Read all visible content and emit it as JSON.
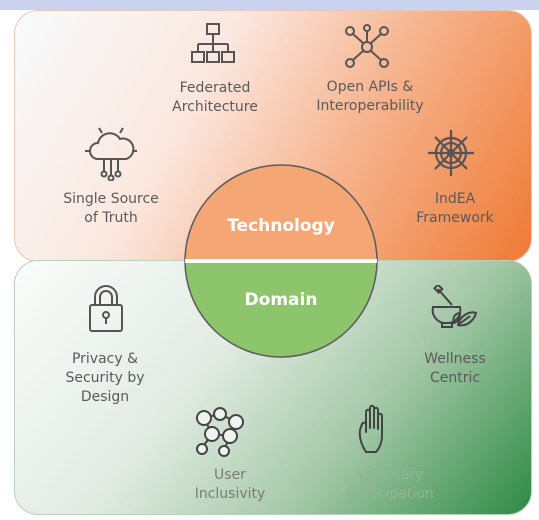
{
  "technology": {
    "title": "Technology",
    "items": [
      {
        "label_lines": [
          "Federated",
          "Architecture"
        ],
        "icon": "org-chart-icon"
      },
      {
        "label_lines": [
          "Open APIs &",
          "Interoperability"
        ],
        "icon": "network-hub-icon"
      },
      {
        "label_lines": [
          "Single Source",
          "of Truth"
        ],
        "icon": "cloud-network-icon"
      },
      {
        "label_lines": [
          "IndEA",
          "Framework"
        ],
        "icon": "ship-wheel-icon"
      }
    ]
  },
  "domain": {
    "title": "Domain",
    "items": [
      {
        "label_lines": [
          "Privacy &",
          "Security by",
          "Design"
        ],
        "icon": "padlock-icon"
      },
      {
        "label_lines": [
          "Wellness",
          "Centric"
        ],
        "icon": "mortar-pestle-leaf-icon"
      },
      {
        "label_lines": [
          "User",
          "Inclusivity"
        ],
        "icon": "people-network-icon"
      },
      {
        "label_lines": [
          "Voluntary",
          "Participation"
        ],
        "icon": "raised-hand-icon"
      }
    ]
  },
  "colors": {
    "technology_accent": "#ef7a35",
    "technology_circle": "#f4a675",
    "domain_accent": "#2e8a45",
    "domain_circle": "#8cc56b"
  }
}
